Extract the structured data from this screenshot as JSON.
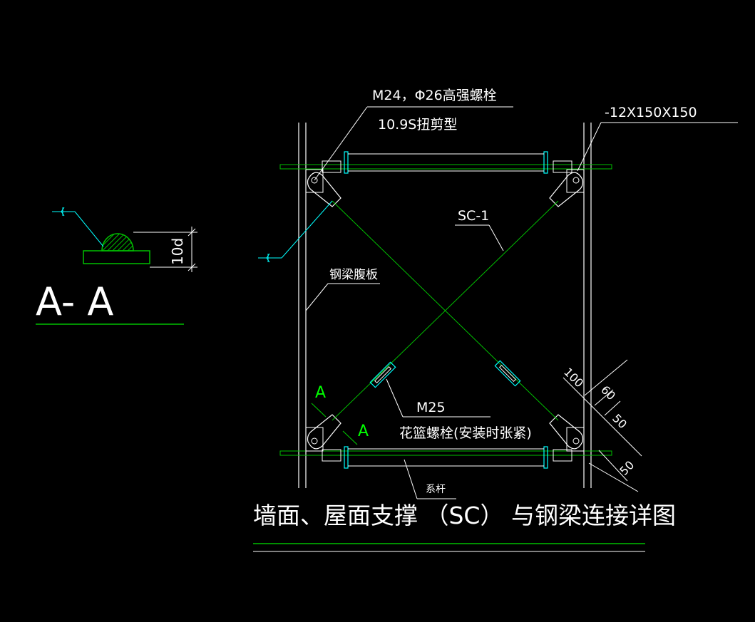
{
  "colors": {
    "background": "#000000",
    "line_white": "#ffffff",
    "line_green": "#00c000",
    "line_cyan": "#00ffff",
    "hatch_green": "#00a000",
    "text_white": "#ffffff"
  },
  "section": {
    "label": "A- A",
    "dimension": "10d"
  },
  "main": {
    "title": "墙面、屋面支撑  （SC） 与钢梁连接详图",
    "bolt_spec_line1": "M24，Φ26高强螺栓",
    "bolt_spec_line2": "10.9S扭剪型",
    "plate_spec": "-12X150X150",
    "brace_label": "SC-1",
    "web_label": "钢梁腹板",
    "turnbuckle_line1": "M25",
    "turnbuckle_line2": "花篮螺栓(安装时张紧)",
    "tie_rod_label": "系杆",
    "cut_mark_a1": "A",
    "cut_mark_a2": "A",
    "dim_100": "100",
    "dim_60": "60",
    "dim_50a": "50",
    "dim_50b": "50"
  }
}
